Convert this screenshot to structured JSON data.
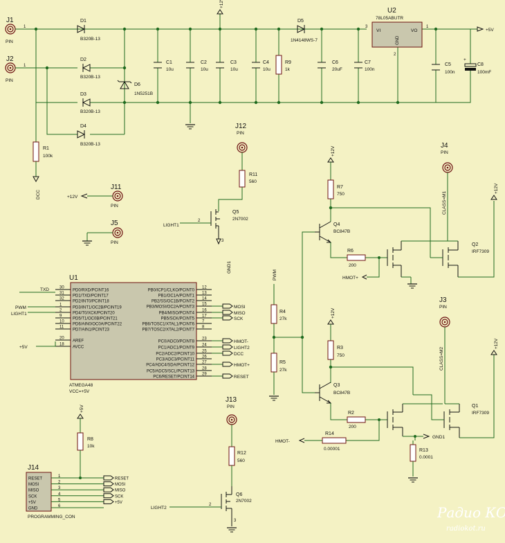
{
  "connectors": {
    "j1": {
      "ref": "J1",
      "type": "PIN",
      "pin": "1"
    },
    "j2": {
      "ref": "J2",
      "type": "PIN",
      "pin": "1"
    },
    "j3": {
      "ref": "J3",
      "type": "PIN",
      "class": "CLASS=M2"
    },
    "j4": {
      "ref": "J4",
      "type": "PIN",
      "class": "CLASS=M1"
    },
    "j5": {
      "ref": "J5",
      "type": "PIN"
    },
    "j11": {
      "ref": "J11",
      "type": "PIN"
    },
    "j12": {
      "ref": "J12",
      "type": "PIN"
    },
    "j13": {
      "ref": "J13",
      "type": "PIN"
    },
    "j14": {
      "ref": "J14",
      "name": "PROGRAMMING_CON",
      "pins": [
        "RESET",
        "MOSI",
        "MISO",
        "SCK",
        "+5V",
        "GND"
      ],
      "nums": [
        "1",
        "2",
        "3",
        "4",
        "5",
        "6"
      ]
    }
  },
  "diodes": {
    "d1": {
      "ref": "D1",
      "value": "B320B-13"
    },
    "d2": {
      "ref": "D2",
      "value": "B320B-13"
    },
    "d3": {
      "ref": "D3",
      "value": "B320B-13"
    },
    "d4": {
      "ref": "D4",
      "value": "B320B-13"
    },
    "d5": {
      "ref": "D5",
      "value": "1N4148WS-7"
    },
    "d6": {
      "ref": "D6",
      "value": "1N5251B"
    }
  },
  "capacitors": {
    "c1": {
      "ref": "C1",
      "value": "10u"
    },
    "c2": {
      "ref": "C2",
      "value": "10u"
    },
    "c3": {
      "ref": "C3",
      "value": "10u"
    },
    "c4": {
      "ref": "C4",
      "value": "10u"
    },
    "c5": {
      "ref": "C5",
      "value": "100n"
    },
    "c6": {
      "ref": "C6",
      "value": "20uF"
    },
    "c7": {
      "ref": "C7",
      "value": "100n"
    },
    "c8": {
      "ref": "C8",
      "value": "100mF"
    }
  },
  "resistors": {
    "r1": {
      "ref": "R1",
      "value": "100k"
    },
    "r2": {
      "ref": "R2",
      "value": "200"
    },
    "r3": {
      "ref": "R3",
      "value": "750"
    },
    "r4": {
      "ref": "R4",
      "value": "27k"
    },
    "r5": {
      "ref": "R5",
      "value": "27k"
    },
    "r6": {
      "ref": "R6",
      "value": "200"
    },
    "r7": {
      "ref": "R7",
      "value": "750"
    },
    "r8": {
      "ref": "R8",
      "value": "10k"
    },
    "r9": {
      "ref": "R9",
      "value": "1k"
    },
    "r11": {
      "ref": "R11",
      "value": "560"
    },
    "r12": {
      "ref": "R12",
      "value": "560"
    },
    "r13": {
      "ref": "R13",
      "value": "0.0001"
    },
    "r14": {
      "ref": "R14",
      "value": "0.00001"
    }
  },
  "transistors": {
    "q1": {
      "ref": "Q1",
      "value": "IRF7309"
    },
    "q2": {
      "ref": "Q2",
      "value": "IRF7309"
    },
    "q3": {
      "ref": "Q3",
      "value": "BC847B"
    },
    "q4": {
      "ref": "Q4",
      "value": "BC847B"
    },
    "q5": {
      "ref": "Q5",
      "value": "2N7002"
    },
    "q6": {
      "ref": "Q6",
      "value": "2N7002"
    }
  },
  "regulator": {
    "ref": "U2",
    "value": "78L05ABUTR",
    "vi": "VI",
    "vo": "VO",
    "gnd": "GND",
    "p1": "1",
    "p2": "2",
    "p3": "3"
  },
  "mcu": {
    "ref": "U1",
    "name": "ATMEGA48",
    "vcc": "VCC=+5V",
    "left_pins": [
      {
        "num": "30",
        "name": "PD0/RXD/PCINT16"
      },
      {
        "num": "31",
        "name": "PD1/TXD/PCINT17"
      },
      {
        "num": "32",
        "name": "PD2/INT0/PCINT18"
      },
      {
        "num": "1",
        "name": "PD3/INT1/OC2B/PCINT19"
      },
      {
        "num": "2",
        "name": "PD4/T0/XCK/PCINT20"
      },
      {
        "num": "9",
        "name": "PD5/T1/OC0B/PCINT21"
      },
      {
        "num": "10",
        "name": "PD6/AIN0/OC0A/PCINT22"
      },
      {
        "num": "11",
        "name": "PD7/AIN1/PCINT23"
      },
      {
        "num": "20",
        "name": "AREF"
      },
      {
        "num": "18",
        "name": "AVCC"
      }
    ],
    "right_pins": [
      {
        "num": "12",
        "name": "PB0/ICP1/CLKO/PCINT0"
      },
      {
        "num": "13",
        "name": "PB1/OC1A/PCINT1"
      },
      {
        "num": "14",
        "name": "PB2/SS/OC1B/PCINT2"
      },
      {
        "num": "15",
        "name": "PB3/MOSI/OC2A/PCINT3"
      },
      {
        "num": "16",
        "name": "PB4/MISO/PCINT4"
      },
      {
        "num": "17",
        "name": "PB5/SCK/PCINT5"
      },
      {
        "num": "7",
        "name": "PB6/TOSC1/XTAL1/PCINT6"
      },
      {
        "num": "8",
        "name": "PB7/TOSC2/XTAL2/PCINT7"
      },
      {
        "num": "23",
        "name": "PC0/ADC0/PCINT8"
      },
      {
        "num": "24",
        "name": "PC1/ADC1/PCINT9"
      },
      {
        "num": "25",
        "name": "PC2/ADC2/PCINT10"
      },
      {
        "num": "26",
        "name": "PC3/ADC3/PCINT11"
      },
      {
        "num": "27",
        "name": "PC4/ADC4/SDA/PCINT12"
      },
      {
        "num": "28",
        "name": "PC5/ADC5/SCL/PCINT13"
      },
      {
        "num": "29",
        "name": "PC6/RESET/PCINT14"
      }
    ]
  },
  "nets": {
    "txd": "TXD",
    "pwm": "PWM",
    "light1": "LIGHT1",
    "light2": "LIGHT2",
    "v5": "+5V",
    "v12": "+12V",
    "mosi": "MOSI",
    "miso": "MISO",
    "sck": "SCK",
    "hmot_minus": "HMOT-",
    "hmot_plus": "HMOT+",
    "dcc": "DCC",
    "reset": "RESET",
    "gnd1": "GND1"
  },
  "watermark": {
    "main": "Радио КОТ",
    "url": "radiokot.ru"
  },
  "colors": {
    "background": "#f4f2c4",
    "wire": "#1f6b1f",
    "component": "#111111",
    "chip_fill": "#c9c7ad",
    "accent_red": "#8a1010"
  }
}
